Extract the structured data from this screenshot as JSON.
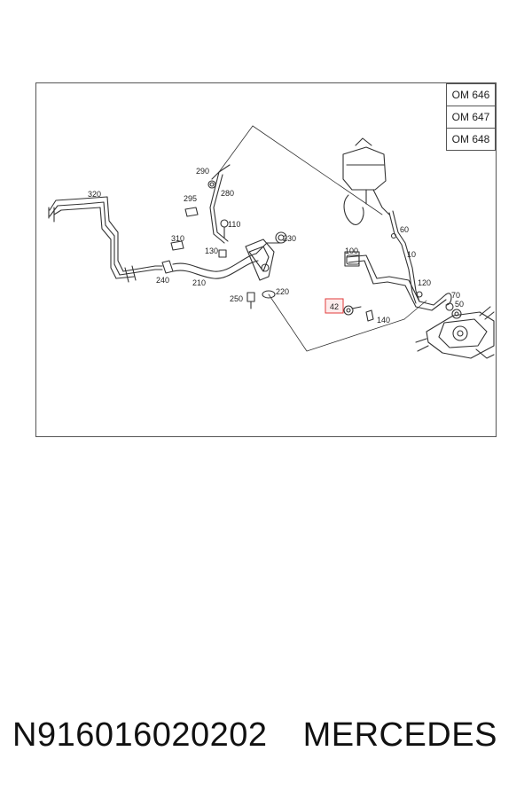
{
  "engine_codes": [
    "OM 646",
    "OM 647",
    "OM 648"
  ],
  "highlight": {
    "label": "42",
    "color": "#e23b3b"
  },
  "part_labels": {
    "p320": "320",
    "p290": "290",
    "p295": "295",
    "p280": "280",
    "p110": "110",
    "p310": "310",
    "p130": "130",
    "p230": "230",
    "p240": "240",
    "p210": "210",
    "p250": "250",
    "p220": "220",
    "p60": "60",
    "p10": "10",
    "p100": "100",
    "p120": "120",
    "p70": "70",
    "p50": "50",
    "p140": "140"
  },
  "footer": {
    "part_number": "N916016020202",
    "brand": "MERCEDES"
  }
}
